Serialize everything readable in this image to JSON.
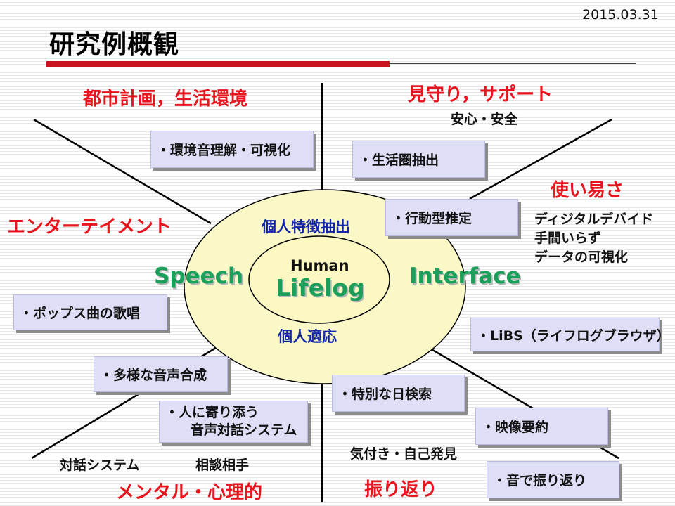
{
  "header": {
    "date": "2015.03.31",
    "title": "研究例概観"
  },
  "categories": {
    "urban": "都市計画，生活環境",
    "watch": "見守り，サポート",
    "usability": "使い易さ",
    "entertainment": "エンターテイメント",
    "mental": "メンタル・心理的",
    "reflection": "振り返り"
  },
  "notes": {
    "safety": "安心・安全",
    "usability_points": [
      "ディジタルデバイド",
      "手間いらず",
      "データの可視化"
    ],
    "dialog_system": "対話システム",
    "consultation": "相談相手",
    "awareness": "気付き・自己発見"
  },
  "boxes": {
    "env_sound": "・環境音理解・可視化",
    "living_area": "・生活圏抽出",
    "behavior": "・行動型推定",
    "pops": "・ポップス曲の歌唱",
    "libs": "・LiBS（ライフログブラウザ）",
    "diverse_voice": "・多様な音声合成",
    "dialog_line1": "・人に寄り添う",
    "dialog_line2": "音声対話システム",
    "special_day": "・特別な日検索",
    "video_summary": "・映像要約",
    "sound_reflect": "・音で振り返り"
  },
  "center": {
    "personal_feature": "個人特徴抽出",
    "personal_adapt": "個人適応",
    "speech": "Speech",
    "interface": "Interface",
    "human": "Human",
    "lifelog": "Lifelog"
  },
  "colors": {
    "accent_red": "#e8141e",
    "center_blue": "#1426a8",
    "green": "#1aa05a",
    "outer_ellipse": "#fbf8c8",
    "inner_ellipse": "#fdf8c2",
    "box_fill": "#dedff6"
  }
}
